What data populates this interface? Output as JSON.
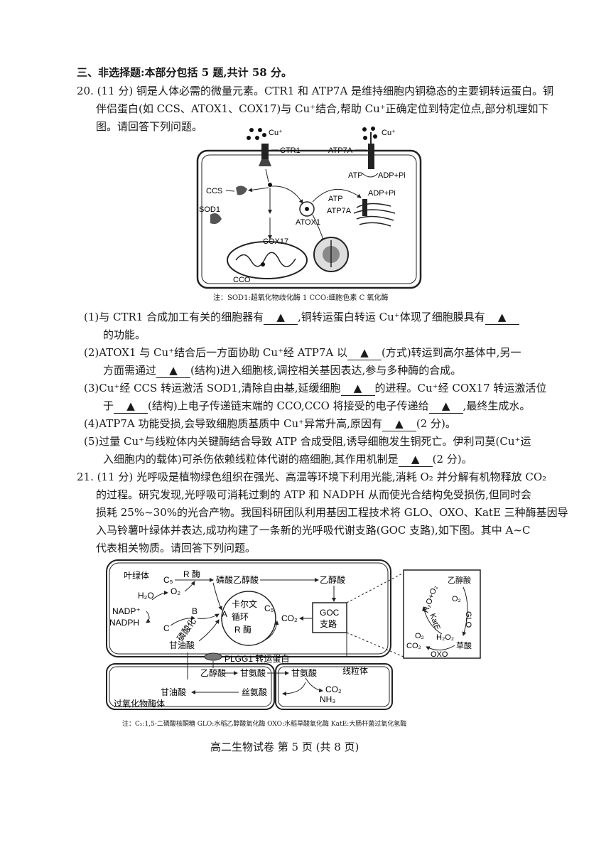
{
  "section_title": "三、非选择题:本部分包括 5 题,共计 58 分。",
  "q20": {
    "stem": [
      "20. (11 分) 铜是人体必需的微量元素。CTR1 和 ATP7A 是维持细胞内铜稳态的主要铜转运蛋白。铜",
      "伴侣蛋白(如 CCS、ATOX1、COX17)与 Cu⁺结合,帮助 Cu⁺正确定位到特定位点,部分机理如下",
      "图。请回答下列问题。"
    ],
    "diagram_labels": {
      "cu_top_left": "Cu⁺",
      "cu_top_right": "Cu⁺",
      "ctr1": "CTR1",
      "atp7a_top": "ATP7A",
      "atp": "ATP",
      "adp_pi": "ADP+Pi",
      "ccs": "CCS",
      "sod1": "SOD1",
      "atox1": "ATOX1",
      "atp_inner": "ATP",
      "adp_pi_inner": "ADP+Pi",
      "atp7a_inner": "ATP7A",
      "cox17": "COX17",
      "cco": "CCO"
    },
    "note": "注：SOD1:超氧化物歧化酶 1    CCO:细胞色素 C 氧化酶",
    "blank": "▲",
    "questions": {
      "q1a": "(1)与 CTR1 合成加工有关的细胞器有",
      "q1b": ",铜转运蛋白转运 Cu⁺体现了细胞膜具有",
      "q1c": "的功能。",
      "q2a": "(2)ATOX1 与 Cu⁺结合后一方面协助 Cu⁺经 ATP7A 以",
      "q2b": "(方式)转运到高尔基体中,另一",
      "q2c": "方面需通过",
      "q2d": "(结构)进入细胞核,调控相关基因表达,参与多种酶的合成。",
      "q3a": "(3)Cu⁺经 CCS 转运激活 SOD1,清除自由基,延缓细胞",
      "q3b": "的进程。Cu⁺经 COX17 转运激活位",
      "q3c": "于",
      "q3d": "(结构)上电子传递链末端的 CCO,CCO 将接受的电子传递给",
      "q3e": ",最终生成水。",
      "q4a": "(4)ATP7A 功能受损,会导致细胞质基质中 Cu⁺异常升高,原因有",
      "q4b": "(2 分)。",
      "q5a": "(5)过量 Cu⁺与线粒体内关键酶结合导致 ATP 合成受阻,诱导细胞发生铜死亡。伊利司莫(Cu⁺运",
      "q5b": "入细胞内的载体)可杀伤依赖线粒体代谢的癌细胞,其作用机制是",
      "q5c": "(2 分)。"
    }
  },
  "q21": {
    "stem": [
      "21. (11 分) 光呼吸是植物绿色组织在强光、高温等环境下利用光能,消耗 O₂ 并分解有机物释放 CO₂",
      "的过程。研究发现,光呼吸可消耗过剩的 ATP 和 NADPH 从而使光合结构免受损伤,但同时会",
      "损耗 25%~30%的光合产物。我国科研团队利用基因工程技术将 GLO、OXO、KatE 三种酶基因导",
      "入马铃薯叶绿体并表达,成功构建了一条新的光呼吸代谢支路(GOC 支路),如下图。其中 A~C",
      "代表相关物质。请回答下列问题。"
    ],
    "diagram_labels": {
      "chloroplast": "叶绿体",
      "c5": "C₅",
      "r_enzyme": "R 酶",
      "phosphoglycolate": "磷酸乙醇酸",
      "glycolate_top": "乙醇酸",
      "h2o": "H₂O",
      "o2": "O₂",
      "calvin1": "卡尔文",
      "calvin2": "循环",
      "calvin3": "R 酶",
      "c5_cycle": "C₅",
      "co2": "CO₂",
      "goc1": "GOC",
      "goc2": "支路",
      "nadp": "NADP⁺",
      "nadph": "NADPH",
      "a": "A",
      "b": "B",
      "c": "C",
      "phosphorylation": "磷酸化",
      "glycerate": "甘油酸",
      "plgg1": "PLGG1 转运蛋白",
      "glycolate_mid": "乙醇酸",
      "glycine1": "甘氨酸",
      "glycine2": "甘氨酸",
      "mito": "线粒体",
      "co2_mito": "CO₂",
      "nh3": "NH₃",
      "glycerate_per": "甘油酸",
      "serine": "丝氨酸",
      "peroxisome": "过氧化物酶体",
      "goc_glycolate": "乙醇酸",
      "goc_h2o_o2": "H₂O+O₂",
      "goc_o2a": "O₂",
      "goc_glo": "GLO",
      "goc_kate": "KatE",
      "goc_h2o2": "H₂O₂",
      "goc_o2b": "O₂",
      "goc_co2": "CO₂",
      "goc_oxo": "OXO",
      "goc_oxalate": "草酸"
    },
    "note": "注：C₅:1,5-二磷酸核酮糖   GLO:水稻乙醇酸氧化酶       OXO:水稻草酸氧化酶      KatE:大肠杆菌过氧化氢酶"
  },
  "footer": "高二生物试卷   第 5 页 (共 8 页)"
}
